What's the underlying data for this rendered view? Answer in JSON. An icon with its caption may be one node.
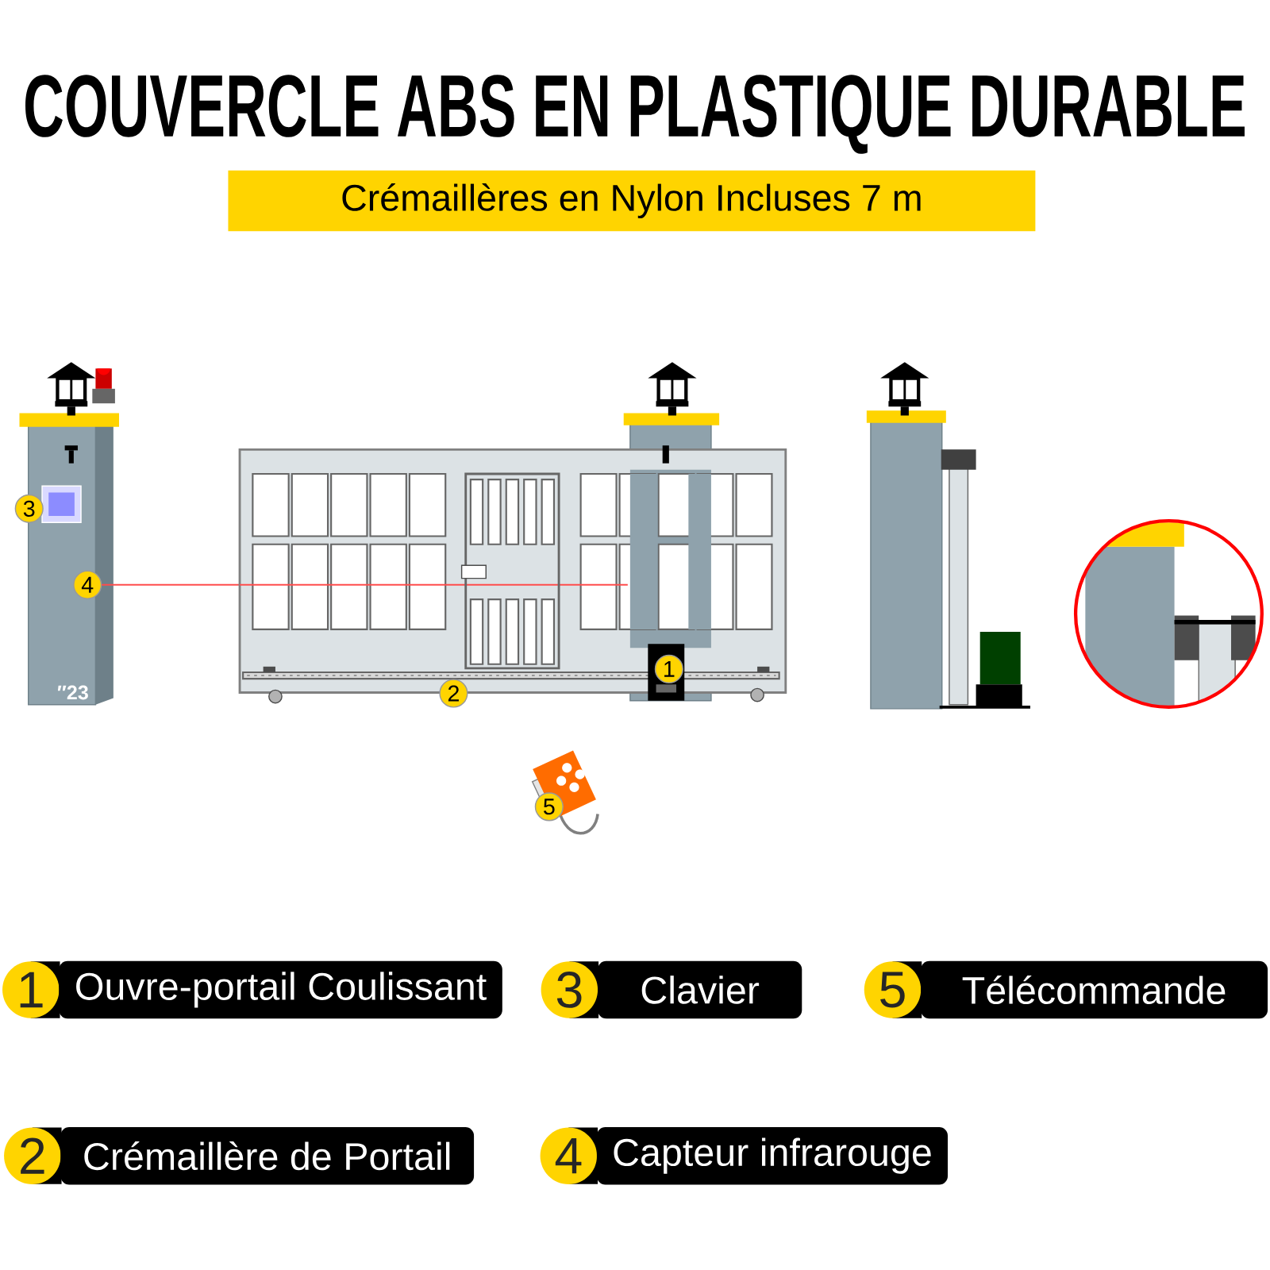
{
  "diagram": {
    "title": "COUVERCLE ABS EN PLASTIQUE DURABLE",
    "nodes": [
      {
        "text": [
          "Crémaillères en Nylon Incluses 7 m"
        ]
      },
      {
        "text": [
          "1",
          "Ouvre-portail Coulissant"
        ]
      },
      {
        "text": [
          "3",
          "Clavier"
        ]
      },
      {
        "text": [
          "5",
          "Télécommande"
        ]
      },
      {
        "text": [
          "2",
          "Crémaillère de Portail"
        ]
      },
      {
        "text": [
          "4",
          "Capteur infrarouge"
        ]
      }
    ],
    "labels": [
      "3",
      "4",
      "1",
      "″23",
      "2",
      "5"
    ]
  }
}
